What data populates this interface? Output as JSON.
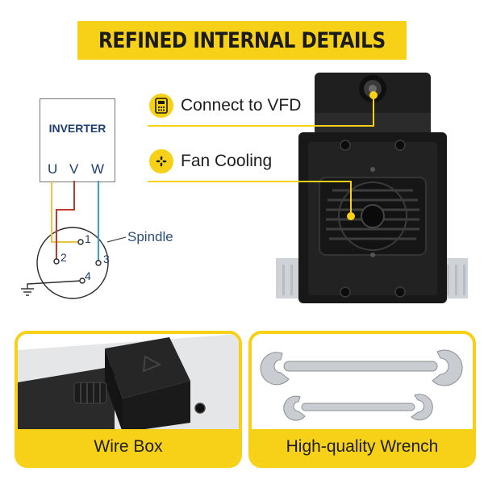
{
  "banner": {
    "title": "REFINED INTERNAL DETAILS"
  },
  "callouts": {
    "vfd": {
      "label": "Connect to VFD",
      "icon": "vfd-icon"
    },
    "fan": {
      "label": "Fan Cooling",
      "icon": "fan-icon"
    }
  },
  "diagram": {
    "inverter_label": "INVERTER",
    "phases": [
      "U",
      "V",
      "W"
    ],
    "terminals": [
      "1",
      "2",
      "3",
      "4"
    ],
    "spindle_label": "Spindle",
    "wire_colors": {
      "u": "#e8c640",
      "v": "#c0392b",
      "w": "#3b9bd8",
      "line": "#2a2a2a"
    }
  },
  "panels": {
    "wire_box": {
      "label": "Wire Box"
    },
    "wrench": {
      "label": "High-quality Wrench"
    }
  },
  "colors": {
    "accent": "#f7d117",
    "text_dark": "#1e1e1e",
    "diagram_text": "#1e3f70"
  }
}
